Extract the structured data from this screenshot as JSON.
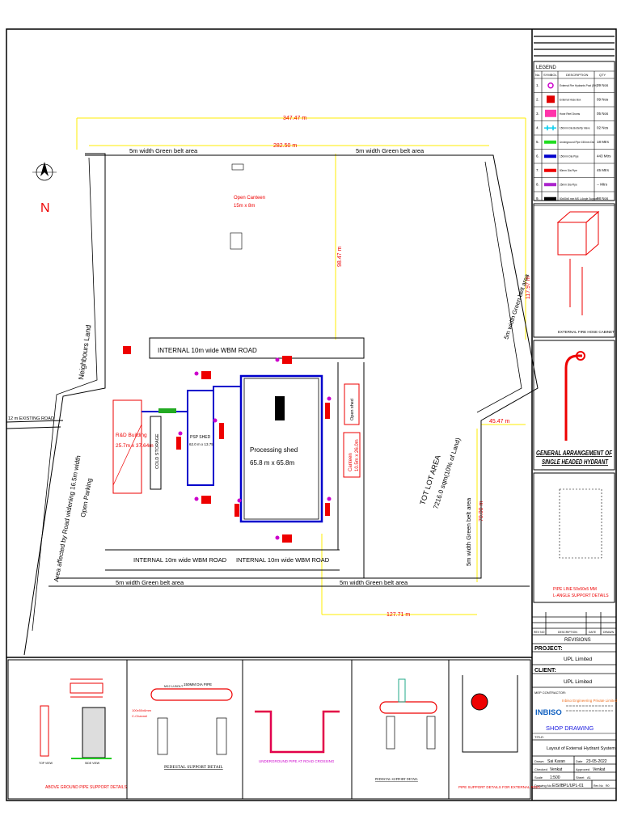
{
  "plan": {
    "dim_top_overall": "347.47 m",
    "dim_top_inner": "282.50 m",
    "dim_vertical_mid": "98.47 m",
    "dim_vertical_right": "117.97 m",
    "dim_right_offset": "45.47 m",
    "dim_tot_height": "70.00 m",
    "dim_bottom": "127.71 m",
    "green_belt_top_left": "5m width Green belt area",
    "green_belt_top_right": "5m width Green belt area",
    "green_belt_bottom_left": "5m width Green belt area",
    "green_belt_bottom_right": "5m width Green belt area",
    "green_belt_right_upper": "5m width Green belt area",
    "green_belt_right_lower": "5m width Green belt area",
    "road_top": "INTERNAL 10m wide  WBM ROAD",
    "road_bottom_left": "INTERNAL 10m wide  WBM ROAD",
    "road_bottom_right": "INTERNAL 10m wide  WBM ROAD",
    "neighbours_land": "Neighbours Land",
    "existing_road": "12 m EXISTING ROAD",
    "road_widening": "Area affected by Road widening 16.5m width",
    "open_parking": "Open Parking",
    "rnd_building": "R&D Building",
    "rnd_size": "25.7m x 37.64m",
    "cold_storage": "COLD STORAGE",
    "psp_shed": "PSP SHED",
    "psp_size": "62.0 m x 13.75",
    "processing_shed": "Processing shed",
    "processing_size": "65.8 m x 65.8m",
    "canteen": "Canteen",
    "canteen_size": "10.5m x 26.0m",
    "open_shed": "Open shed",
    "open_canteen": "Open Canteen",
    "open_canteen_size": "15m x 8m",
    "tot_lot": "TOT LOT AREA",
    "tot_lot_area": "7216.0 sqm(10% of Land)",
    "north": "N"
  },
  "legend": {
    "title": "LEGEND",
    "headers": [
      "No.",
      "SYMBOL",
      "DESCRIPTION",
      "QTY"
    ],
    "items": [
      {
        "no": "1.",
        "symbol": "hydrant-post-icon",
        "color": "#cc00cc",
        "description": "External Fire Hydrants Post (SH)",
        "qty": "09 Nos"
      },
      {
        "no": "2.",
        "symbol": "hose-box-icon",
        "color": "#e00000",
        "description": "External Hose Box",
        "qty": "09 Nos"
      },
      {
        "no": "3.",
        "symbol": "hose-reel-drum-icon",
        "color": "#ff33aa",
        "description": "Hose Reel Drums",
        "qty": "05 Nos"
      },
      {
        "no": "4.",
        "symbol": "butterfly-valve-icon",
        "color": "#00ccee",
        "description": "150mm Dia Butterfly Valve",
        "qty": "02 Nos"
      },
      {
        "no": "5.",
        "symbol": "green-line",
        "color": "#22dd22",
        "description": "Underground Pipe 150mm Dia",
        "qty": "18 Mtrs"
      },
      {
        "no": "6.",
        "symbol": "blue-line",
        "color": "#0000cc",
        "description": "150mm Dia Pipe",
        "qty": "443 Mtrs"
      },
      {
        "no": "7.",
        "symbol": "red-line",
        "color": "#ee0000",
        "description": "80mm Dia Pipe",
        "qty": "45 Mtrs"
      },
      {
        "no": "8.",
        "symbol": "purple-line",
        "color": "#aa22cc",
        "description": "25mm Dia Pipe",
        "qty": "-- Mtrs"
      },
      {
        "no": "9.",
        "symbol": "black-line",
        "color": "#000000",
        "description": "50x50x5 mm MS L Angle Support",
        "qty": "98 Nos"
      }
    ]
  },
  "details_right": {
    "hose_cabinet": "EXTERNAL FIRE HOSE CABINET",
    "hydrant_title_1": "GENERAL ARRANGEMENT OF",
    "hydrant_title_2": "SINGLE HEADED HYDRANT",
    "angle_support_1": "PIPE LINE 50x50x5 MM",
    "angle_support_2": "L-ANGLE SUPPORT DETAILS"
  },
  "title_block": {
    "revision_headers": [
      "REV NO",
      "DESCRIPTION",
      "DATE",
      "DRAWN"
    ],
    "revisions_label": "REVISIONS",
    "project_label": "PROJECT:",
    "project": "UPL Limited",
    "client_label": "CLIENT:",
    "client": "UPL Limited",
    "contractor_label": "MEP CONTRACTOR:",
    "contractor_name": "Inbiso Engineering Private Limited",
    "contractor_logo": "INBISO",
    "shop_drawing": "SHOP DRAWING",
    "title_label": "TITLE:",
    "title": "Layout of External Hydrant System",
    "drawn_label": "Drawn",
    "drawn": "Sai Karan",
    "date_label": "Date",
    "date": "23-05-2022",
    "checked_label": "Checked",
    "checked": "Venkat",
    "approved_label": "Approved",
    "approved": "Venkat",
    "scale_label": "Scale",
    "scale": "1:500",
    "sheet_label": "Sheet",
    "sheet": "A1",
    "drawing_no_label": "Drawing No",
    "drawing_no": "EIS/IBPL/UPL-01",
    "rev_no_label": "Rev No",
    "rev_no": "R0"
  },
  "bottom_details": {
    "above_ground": "ABOVE GROUND PIPE SUPPORT DETAILS",
    "top_view": "TOP VIEW",
    "side_view": "SIDE VIEW",
    "u_bolt": "M12 U-BOLT",
    "pipe_150": "150MM DIA PIPE",
    "c_channel_1": "100x50x6mm",
    "c_channel_2": "C-Channel",
    "pedestal_1": "PEDESTAL SUPPORT DETAIL",
    "road_crossing": "UNDERGROUND PIPE AT ROAD CROSSING",
    "pedestal_2": "PEDESTAL SUPPORT DETAIL",
    "external_ring": "PIPE SUPPORT DETAILS FOR EXTERNAL RING"
  }
}
